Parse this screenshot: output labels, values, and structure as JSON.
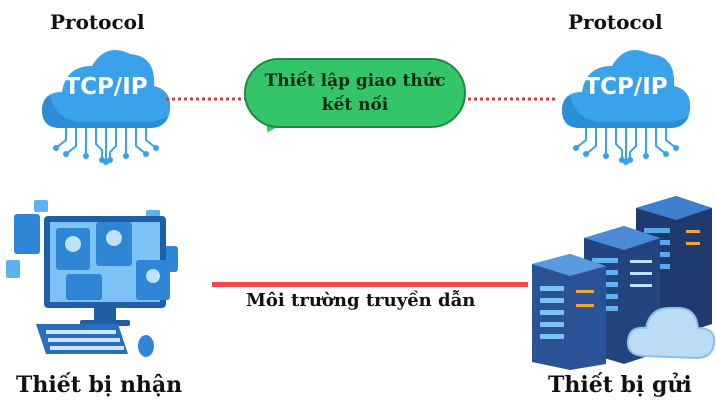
{
  "left_protocol": {
    "heading": "Protocol",
    "badge": "TCP/IP"
  },
  "right_protocol": {
    "heading": "Protocol",
    "badge": "TCP/IP"
  },
  "handshake_bubble": {
    "line1": "Thiết lập giao thức",
    "line2": "kết nối"
  },
  "medium_label": "Môi trường truyền dẫn",
  "receiver_label": "Thiết bị nhận",
  "sender_label": "Thiết bị gửi",
  "colors": {
    "cloud": "#3aa2ea",
    "bubble": "#34c56a",
    "dotted_line": "#e03a3a",
    "solid_line": "#f04848",
    "device_blue": "#2f86d6",
    "server_dark": "#1f3a6e"
  }
}
